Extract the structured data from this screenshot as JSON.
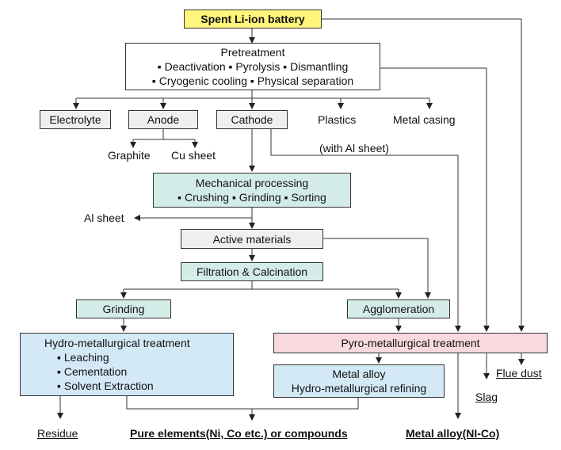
{
  "spent": "Spent Li-ion battery",
  "pretreatment": {
    "title": "Pretreatment",
    "line1": "▪ Deactivation  ▪ Pyrolysis  ▪ Dismantling",
    "line2": "▪ Cryogenic cooling  ▪ Physical separation"
  },
  "components": {
    "electrolyte": "Electrolyte",
    "anode": "Anode",
    "cathode": "Cathode",
    "plastics": "Plastics",
    "metal_casing": "Metal casing"
  },
  "anode_products": {
    "graphite": "Graphite",
    "cu_sheet": "Cu sheet"
  },
  "with_al_sheet": "(with Al sheet)",
  "mechanical": {
    "title": "Mechanical processing",
    "line": "▪ Crushing  ▪ Grinding  ▪ Sorting"
  },
  "al_sheet": "Al sheet",
  "active_materials": "Active materials",
  "filtration": "Filtration & Calcination",
  "grinding": "Grinding",
  "agglomeration": "Agglomeration",
  "hydro": {
    "title": "Hydro-metallurgical treatment",
    "items": [
      "▪ Leaching",
      "▪ Cementation",
      "▪ Solvent Extraction"
    ]
  },
  "pyro": "Pyro-metallurgical treatment",
  "refining": {
    "line1": "Metal alloy",
    "line2": "Hydro-metallurgical refining"
  },
  "outputs": {
    "residue": "Residue",
    "pure": "Pure elements(Ni, Co etc.) or compounds",
    "alloy": "Metal alloy(NI-Co)",
    "slag": "Slag",
    "flue_dust": "Flue dust"
  }
}
